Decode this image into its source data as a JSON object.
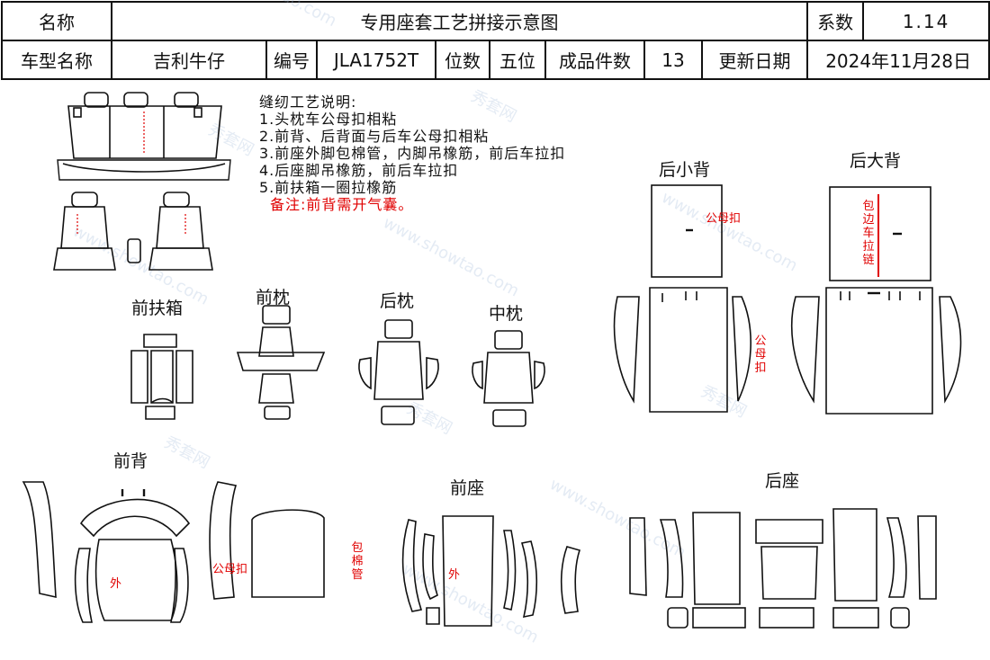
{
  "header": {
    "name_label": "名称",
    "doc_title": "专用座套工艺拼接示意图",
    "coef_label": "系数",
    "coef_value": "1.14",
    "model_label": "车型名称",
    "model_value": "吉利牛仔",
    "code_label": "编号",
    "code_value": "JLA1752T",
    "seats_label": "位数",
    "seats_value": "五位",
    "pieces_label": "成品件数",
    "pieces_value": "13",
    "date_label": "更新日期",
    "date_value": "2024年11月28日"
  },
  "notes": {
    "title": "缝纫工艺说明:",
    "items": [
      "1.头枕车公母扣相粘",
      "2.前背、后背面与后车公母扣相粘",
      "3.前座外脚包棉管，内脚吊橡筋，前后车拉扣",
      "4.后座脚吊橡筋，前后车拉扣",
      "5.前扶箱一圈拉橡筋"
    ],
    "remark": "备注:前背需开气囊。"
  },
  "sections": {
    "armrest": "前扶箱",
    "front_headrest": "前枕",
    "rear_headrest": "后枕",
    "middle_headrest": "中枕",
    "rear_small_back": "后小背",
    "rear_big_back": "后大背",
    "front_back": "前背",
    "front_seat": "前座",
    "rear_seat": "后座"
  },
  "annotations": {
    "snap_a": "公母扣",
    "snap_b": "公母扣",
    "snap_c": "公母扣",
    "outer_a": "外",
    "outer_b": "外",
    "zipper_edge": "包边车拉链",
    "cotton_tube": "包棉管"
  },
  "watermark": {
    "brand": "秀套网",
    "site": "www.showtao.com"
  }
}
